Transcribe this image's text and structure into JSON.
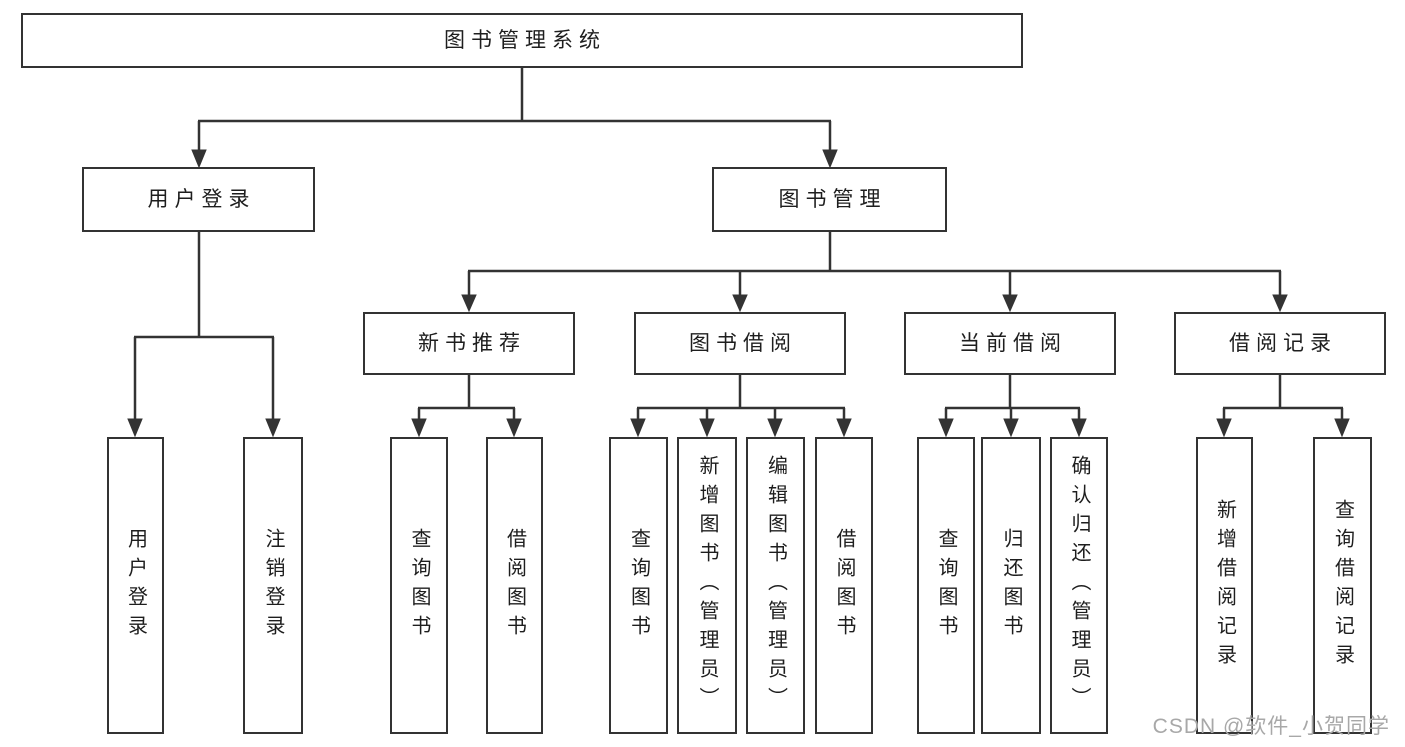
{
  "diagram_title": "图书管理系统",
  "watermark": "CSDN @软件_小贺同学",
  "colors": {
    "border": "#333333",
    "line": "#333333",
    "text": "#1e1e1e",
    "watermark": "#a8a8a8",
    "background": "#ffffff"
  },
  "nodes": {
    "root": "图书管理系统",
    "user_login": "用户登录",
    "book_mgmt": "图书管理",
    "new_book_rec": "新书推荐",
    "book_borrow": "图书借阅",
    "current_borrow": "当前借阅",
    "borrow_records": "借阅记录",
    "leaf_user_login": "用户登录",
    "leaf_logout": "注销登录",
    "leaf_query_books_1": "查询图书",
    "leaf_borrow_books_1": "借阅图书",
    "leaf_query_books_2": "查询图书",
    "leaf_add_book": "新增图书（管理员）",
    "leaf_edit_book": "编辑图书（管理员）",
    "leaf_borrow_books_2": "借阅图书",
    "leaf_query_books_3": "查询图书",
    "leaf_return_book": "归还图书",
    "leaf_confirm_return": "确认归还（管理员）",
    "leaf_add_borrow_record": "新增借阅记录",
    "leaf_query_borrow_record": "查询借阅记录"
  },
  "hierarchy": {
    "图书管理系统": {
      "用户登录": [
        "用户登录",
        "注销登录"
      ],
      "图书管理": {
        "新书推荐": [
          "查询图书",
          "借阅图书"
        ],
        "图书借阅": [
          "查询图书",
          "新增图书（管理员）",
          "编辑图书（管理员）",
          "借阅图书"
        ],
        "当前借阅": [
          "查询图书",
          "归还图书",
          "确认归还（管理员）"
        ],
        "借阅记录": [
          "新增借阅记录",
          "查询借阅记录"
        ]
      }
    }
  }
}
